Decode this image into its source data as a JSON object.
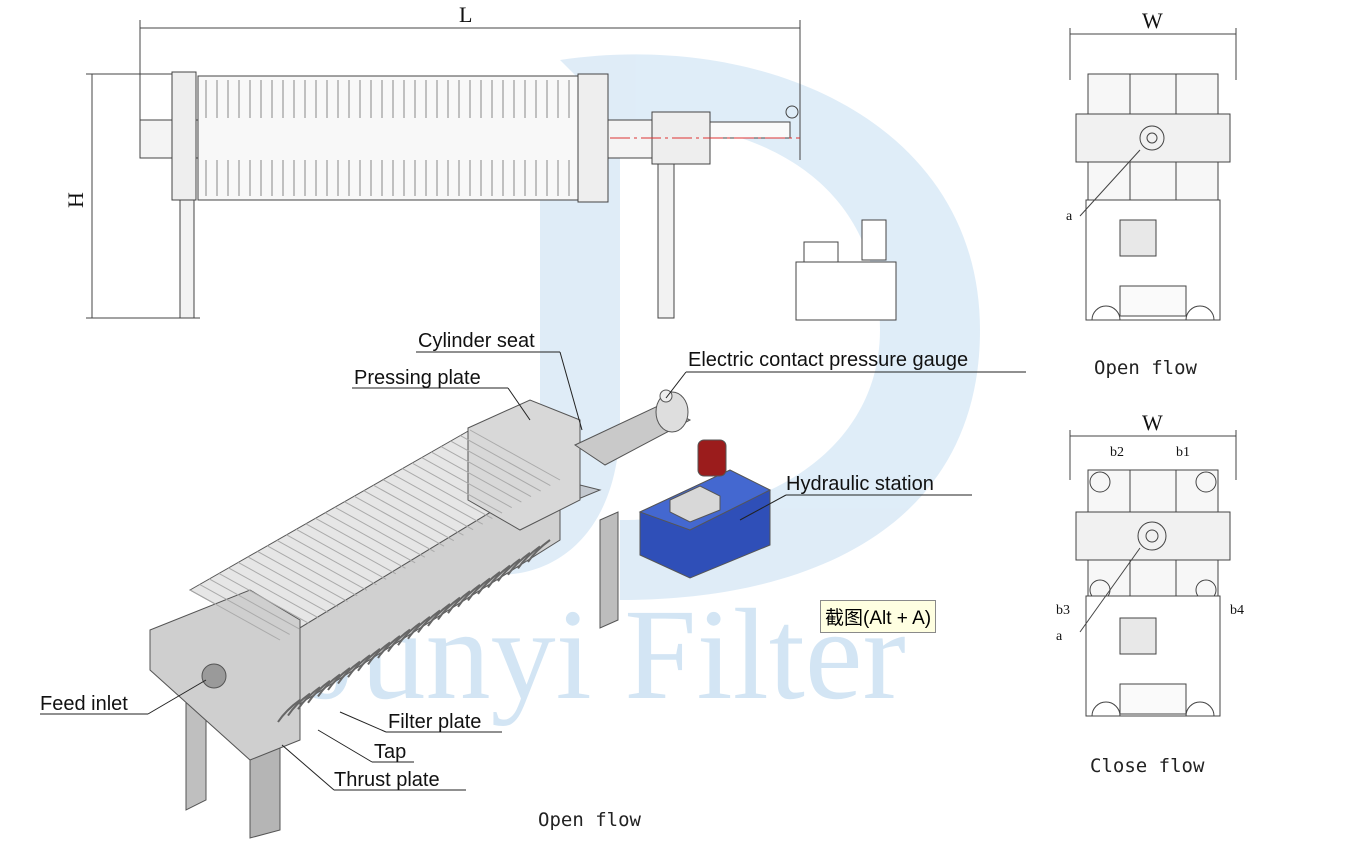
{
  "dimensions": {
    "length": "L",
    "height": "H",
    "width_top": "W",
    "width_bottom": "W"
  },
  "watermark": "Junyi Filter",
  "labels": {
    "cylinder_seat": "Cylinder seat",
    "electric_gauge": "Electric contact pressure gauge",
    "pressing_plate": "Pressing plate",
    "hydraulic_station": "Hydraulic station",
    "feed_inlet": "Feed inlet",
    "filter_plate": "Filter plate",
    "tap": "Tap",
    "thrust_plate": "Thrust plate"
  },
  "captions": {
    "main": "Open flow",
    "right_top": "Open flow",
    "right_bottom": "Close flow"
  },
  "ports": {
    "a_top": "a",
    "a_bottom": "a",
    "b1": "b1",
    "b2": "b2",
    "b3": "b3",
    "b4": "b4"
  },
  "tooltip": "截图(Alt + A)",
  "colors": {
    "hydraulic_blue": "#2f4fb8",
    "frame_gray": "#c8c8c8",
    "watermark": "#cfe3f3"
  }
}
